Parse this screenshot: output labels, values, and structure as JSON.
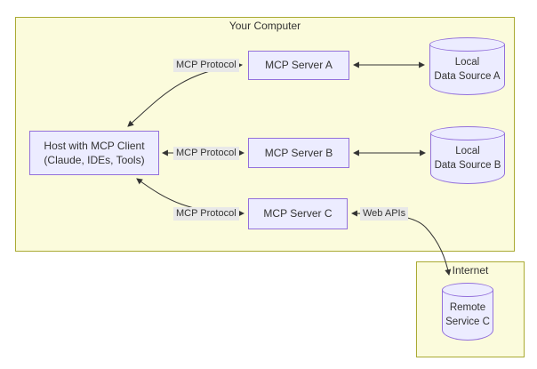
{
  "diagram": {
    "outer_group": {
      "label": "Your Computer"
    },
    "inner_group": {
      "label": "Internet"
    },
    "nodes": {
      "host": {
        "line1": "Host with MCP Client",
        "line2": "(Claude, IDEs, Tools)"
      },
      "server_a": {
        "label": "MCP Server A"
      },
      "server_b": {
        "label": "MCP Server B"
      },
      "server_c": {
        "label": "MCP Server C"
      },
      "data_a": {
        "line1": "Local",
        "line2": "Data Source A"
      },
      "data_b": {
        "line1": "Local",
        "line2": "Data Source B"
      },
      "remote_c": {
        "line1": "Remote",
        "line2": "Service C"
      }
    },
    "edge_labels": {
      "mcp_a": "MCP Protocol",
      "mcp_b": "MCP Protocol",
      "mcp_c": "MCP Protocol",
      "web_apis": "Web APIs"
    },
    "colors": {
      "group_fill": "#fbfbdc",
      "group_stroke": "#aaaa33",
      "node_fill": "#ececff",
      "node_stroke": "#9370db",
      "edge_label_bg": "#e8e8e8",
      "edge_stroke": "#333333",
      "text": "#333333"
    }
  }
}
